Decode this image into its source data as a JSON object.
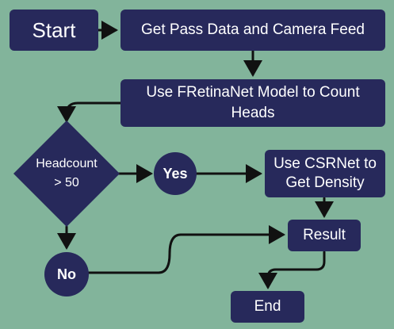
{
  "colors": {
    "background": "#82b49b",
    "node_fill": "#27295b",
    "text": "#ffffff",
    "connector": "#111111"
  },
  "nodes": {
    "start": "Start",
    "get_data": "Get Pass Data and Camera Feed",
    "retina": "Use FRetinaNet Model to Count Heads",
    "decision_line1": "Headcount",
    "decision_line2": "> 50",
    "yes": "Yes",
    "no": "No",
    "csrnet": "Use CSRNet to Get Density",
    "result": "Result",
    "end": "End"
  }
}
